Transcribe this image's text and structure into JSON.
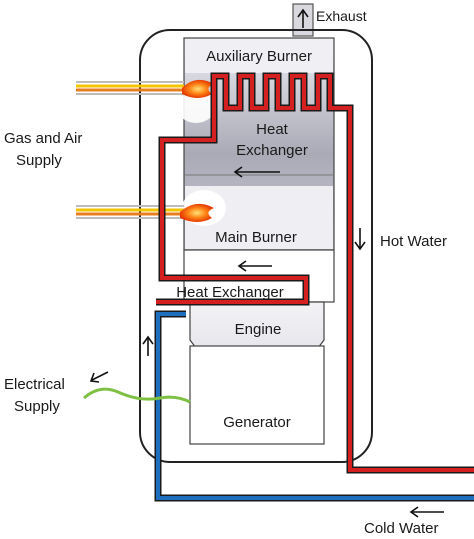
{
  "labels": {
    "exhaust": "Exhaust",
    "auxiliary_burner": "Auxiliary Burner",
    "heat_exchanger_upper_line1": "Heat",
    "heat_exchanger_upper_line2": "Exchanger",
    "gas_air_supply_line1": "Gas and Air",
    "gas_air_supply_line2": "Supply",
    "main_burner": "Main Burner",
    "hot_water": "Hot Water",
    "heat_exchanger_lower": "Heat Exchanger",
    "engine": "Engine",
    "electrical_supply_line1": "Electrical",
    "electrical_supply_line2": "Supply",
    "generator": "Generator",
    "cold_water": "Cold Water"
  },
  "colors": {
    "hot_pipe": "#d42020",
    "cold_pipe": "#1f6fc0",
    "electrical_wire": "#7ec043",
    "gas_pipe_yellow": "#f2c500",
    "gas_pipe_orange": "#e87d1e",
    "flame": "#ff5a00",
    "housing_outline": "#222222"
  }
}
